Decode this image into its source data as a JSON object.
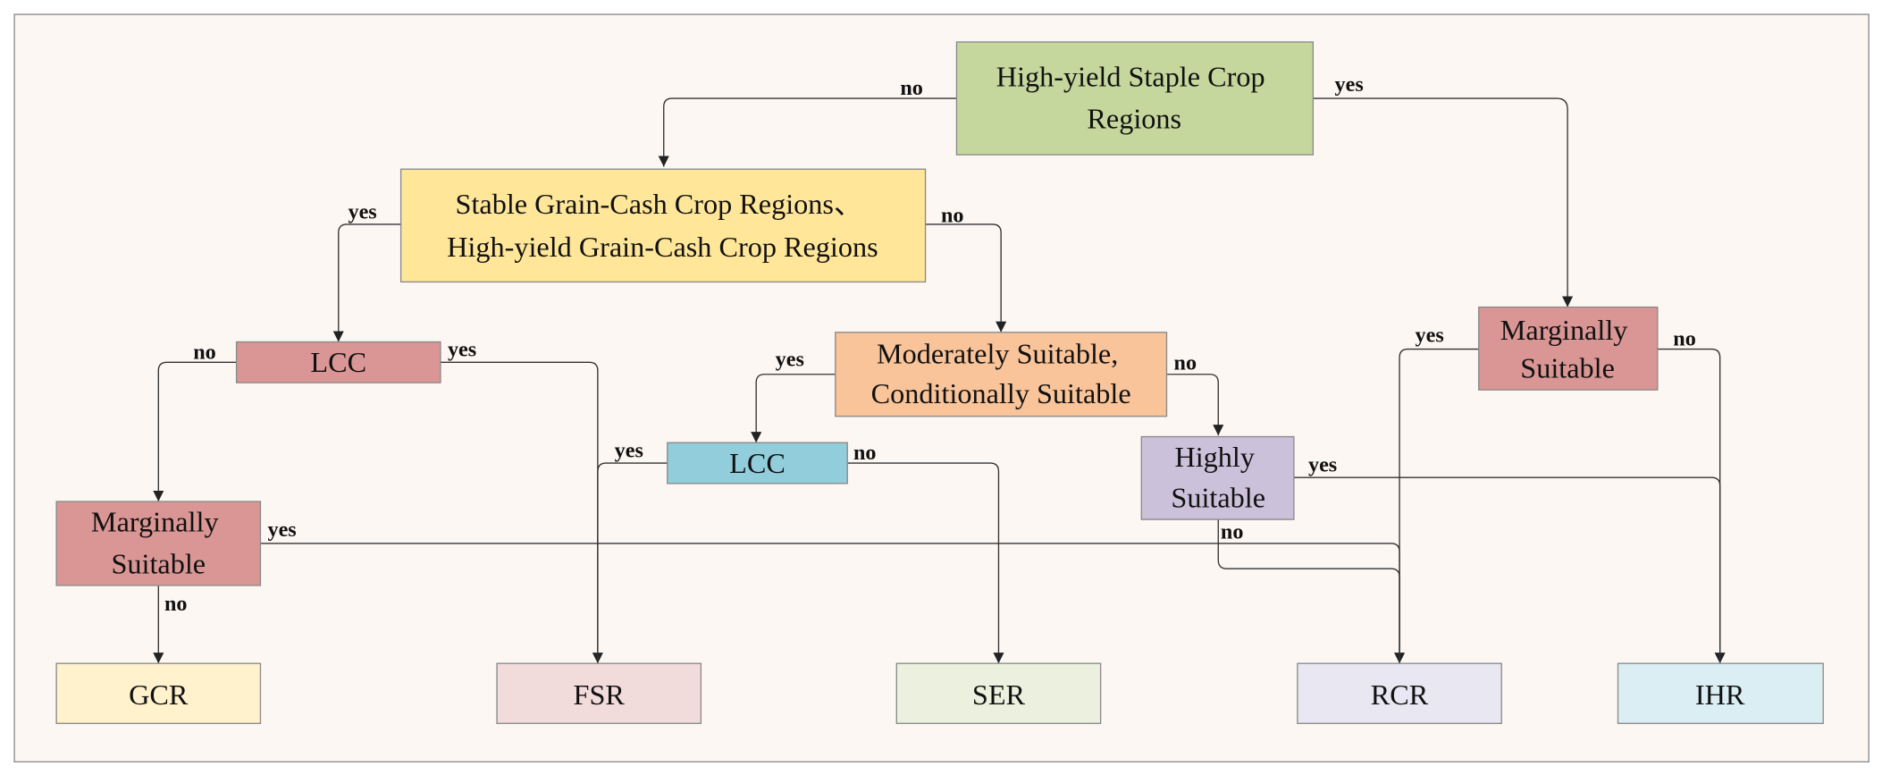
{
  "nodes": {
    "root": {
      "lines": [
        "High-yield Staple Crop",
        "Regions"
      ],
      "color": "#c5d79d"
    },
    "stable": {
      "lines": [
        "Stable Grain-Cash Crop Regions、",
        "High-yield Grain-Cash Crop Regions"
      ],
      "color": "#ffe699"
    },
    "marg_right": {
      "lines": [
        "Marginally",
        "Suitable"
      ],
      "color": "#d99694"
    },
    "lcc1": {
      "lines": [
        "LCC"
      ],
      "color": "#d99694"
    },
    "moderate": {
      "lines": [
        "Moderately Suitable,",
        "Conditionally Suitable"
      ],
      "color": "#f9c49a"
    },
    "lcc2": {
      "lines": [
        "LCC"
      ],
      "color": "#92cddc"
    },
    "highly": {
      "lines": [
        "Highly",
        "Suitable"
      ],
      "color": "#ccc1da"
    },
    "marg_left": {
      "lines": [
        "Marginally",
        "Suitable"
      ],
      "color": "#d99694"
    },
    "gcr": {
      "lines": [
        "GCR"
      ],
      "color": "#fff2cc"
    },
    "fsr": {
      "lines": [
        "FSR"
      ],
      "color": "#f2dcdb"
    },
    "ser": {
      "lines": [
        "SER"
      ],
      "color": "#ebf1de"
    },
    "rcr": {
      "lines": [
        "RCR"
      ],
      "color": "#e9e7f1"
    },
    "ihr": {
      "lines": [
        "IHR"
      ],
      "color": "#dbeef4"
    }
  },
  "edge_labels": {
    "root_no": "no",
    "root_yes": "yes",
    "stable_yes": "yes",
    "stable_no": "no",
    "lcc1_no": "no",
    "lcc1_yes": "yes",
    "moderate_yes": "yes",
    "moderate_no": "no",
    "lcc2_yes": "yes",
    "lcc2_no": "no",
    "margright_yes": "yes",
    "margright_no": "no",
    "highly_yes": "yes",
    "highly_no": "no",
    "margleft_yes": "yes",
    "margleft_no": "no"
  },
  "colors": {
    "background": "#fdf7f3",
    "frame": "#8a8a8a",
    "line": "#333333"
  }
}
